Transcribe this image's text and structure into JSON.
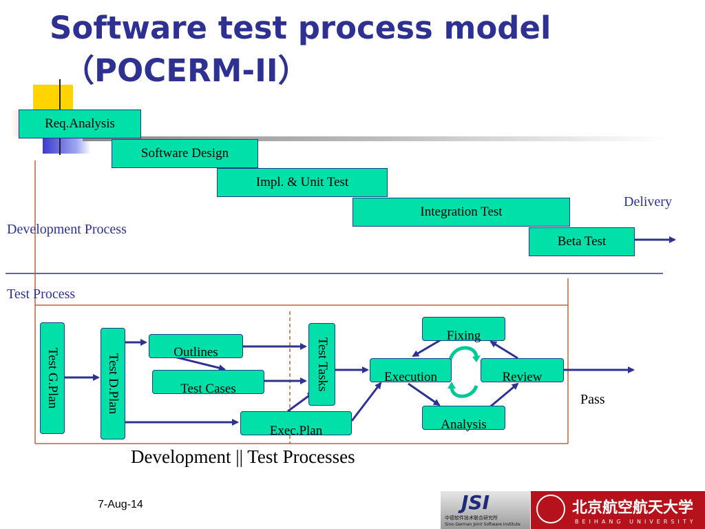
{
  "slide": {
    "title_line1": "Software test process model",
    "title_line2": "（POCERM-II）",
    "caption": "Development || Test Processes",
    "date": "7-Aug-14"
  },
  "development": {
    "label": "Development Process",
    "delivery": "Delivery",
    "stages": [
      "Req.Analysis",
      "Software Design",
      "Impl. & Unit Test",
      "Integration Test",
      "Beta Test"
    ]
  },
  "test": {
    "label": "Test Process",
    "pass": "Pass",
    "nodes": {
      "gplan": "Test G.Plan",
      "dplan": "Test D.Plan",
      "outlines": "Outlines",
      "cases": "Test Cases",
      "exec_plan": "Exec.Plan",
      "tasks": "Test Tasks",
      "fixing": "Fixing",
      "execution": "Execution",
      "review": "Review",
      "analysis": "Analysis"
    }
  },
  "logos": {
    "jsi": "JSI",
    "jsi_cn": "中德软件技术联合研究所",
    "jsi_en": "Sino-German Joint Software Institute",
    "buaa_cn": "北京航空航天大学",
    "buaa_en": "BEIHANG UNIVERSITY"
  },
  "colors": {
    "title": "#2E3192",
    "box_fill": "#00E0A8",
    "arrow": "#2E3192",
    "frame": "#C0603A",
    "buaa_red": "#B5121B"
  }
}
